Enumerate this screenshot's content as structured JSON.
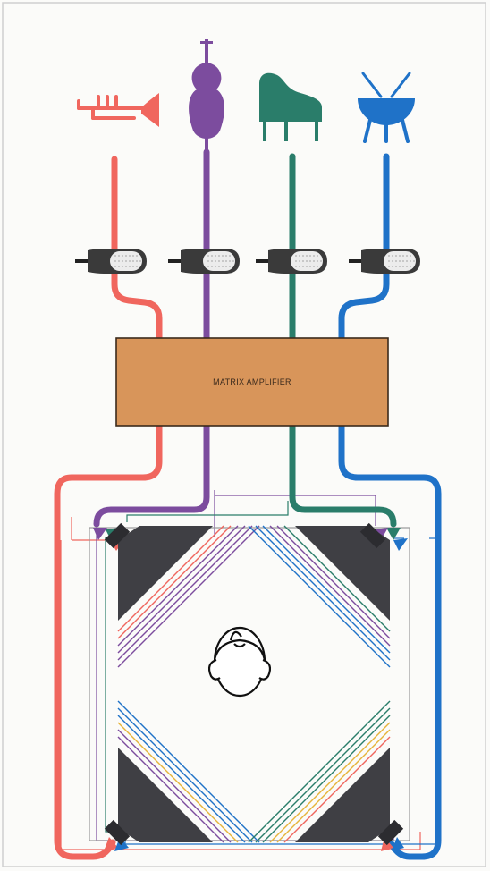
{
  "amplifier": {
    "label": "MATRIX AMPLIFIER"
  },
  "colors": {
    "trumpet": "#f0665e",
    "violin": "#7c4c9e",
    "piano": "#2a7d6a",
    "drum": "#1f72c8",
    "amplifier_fill": "#d8955a",
    "speaker": "#3f3f44",
    "frame": "#bcbcbc",
    "lines_yellow": "#e6b43a"
  },
  "instruments": [
    {
      "name": "trumpet-icon",
      "color_key": "trumpet"
    },
    {
      "name": "violin-icon",
      "color_key": "violin"
    },
    {
      "name": "piano-icon",
      "color_key": "piano"
    },
    {
      "name": "drum-icon",
      "color_key": "drum"
    }
  ],
  "speakers": [
    "top-left",
    "top-right",
    "bottom-left",
    "bottom-right"
  ],
  "listener": {
    "icon": "listener-head-icon"
  }
}
